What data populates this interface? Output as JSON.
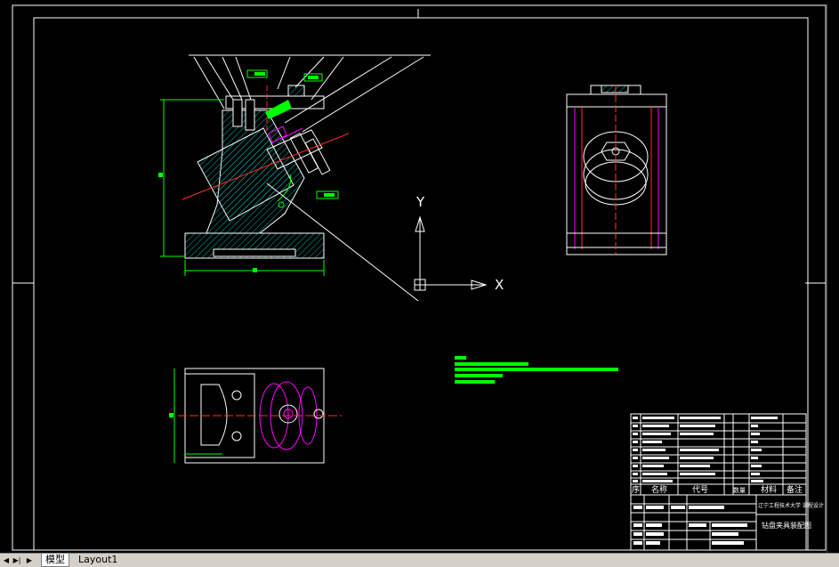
{
  "tabs": {
    "model": "模型",
    "layout1": "Layout1"
  },
  "axis": {
    "y": "Y",
    "x": "X"
  },
  "title_block": {
    "school": "辽宁工程技术大学 课程设计",
    "drawing_title": "钻盘夹具装配图",
    "headers": {
      "seq": "序",
      "name": "名称",
      "code": "代号",
      "qty": "数量",
      "material": "材料",
      "remark": "备注"
    }
  },
  "colors": {
    "background": "#000000",
    "line": "#ffffff",
    "highlight": "#00ff00",
    "centerline": "#ff0000",
    "hatch": "#00b3b3",
    "accent": "#ff00ff"
  }
}
